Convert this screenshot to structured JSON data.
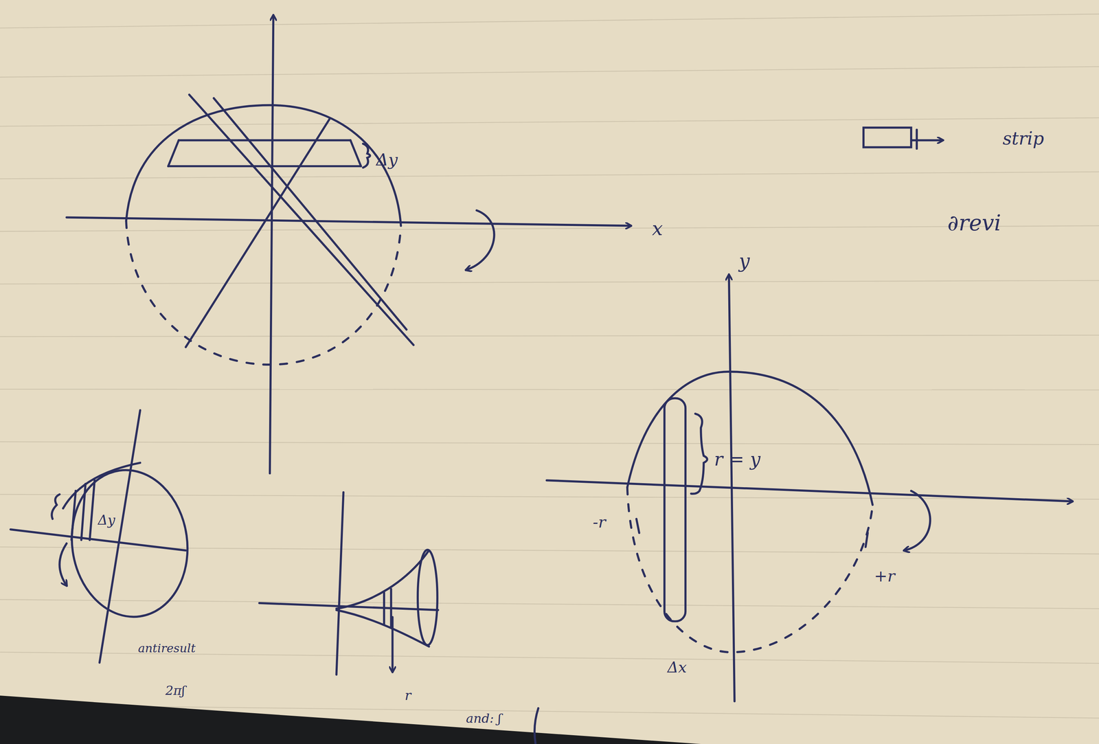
{
  "diagram": {
    "labels": [
      "Δy",
      "x",
      "strip",
      "∂revi",
      "y",
      "r = y",
      "-r",
      "+r",
      "Δx",
      "Δy",
      "antiresult",
      "2πʃ",
      "r",
      "and: ʃ"
    ]
  }
}
